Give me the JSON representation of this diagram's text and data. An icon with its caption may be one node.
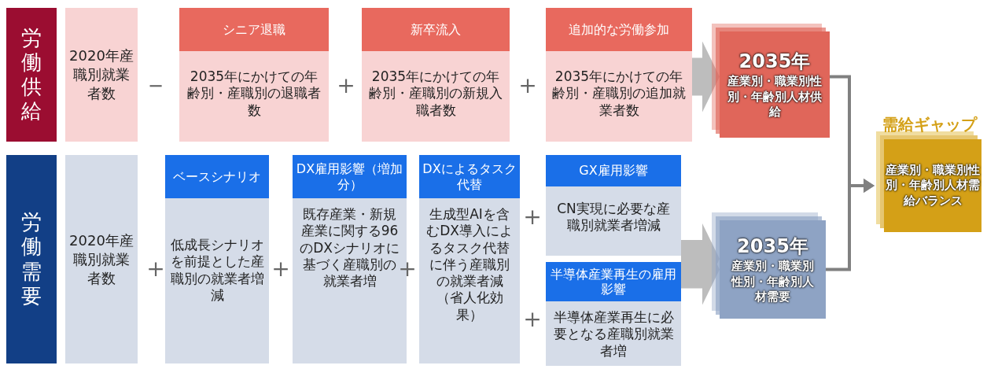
{
  "diagram": {
    "nodes": [
      {
        "text": [
          "労働供給"
        ]
      },
      {
        "text": [
          "2020年産職別就業者数"
        ]
      },
      {
        "text": [
          "シニア退職",
          "2035年にかけての年齢別・産職別の退職者数"
        ]
      },
      {
        "text": [
          "新卒流入",
          "2035年にかけての年齢別・産職別の新規入職者数"
        ]
      },
      {
        "text": [
          "追加的な労働参加",
          "2035年にかけての年齢別・産職別の追加就業者数"
        ]
      },
      {
        "text": [
          "2035年",
          "産業別・職業別性別・年齢別人材供給"
        ]
      },
      {
        "text": [
          "労働需要"
        ]
      },
      {
        "text": [
          "2020年産職別就業者数"
        ]
      },
      {
        "text": [
          "ベースシナリオ",
          "低成長シナリオを前提とした産職別の就業者増減"
        ]
      },
      {
        "text": [
          "DX雇用影響（増加分）",
          "既存産業・新規産業に関する96のDXシナリオに基づく産職別の就業者増"
        ]
      },
      {
        "text": [
          "DXによるタスク代替",
          "生成型AIを含むDX導入によるタスク代替に伴う産職別の就業者減（省人化効果）"
        ]
      },
      {
        "text": [
          "GX雇用影響",
          "CN実現に必要な産職別就業者増減"
        ]
      },
      {
        "text": [
          "半導体産業再生の雇用影響",
          "半導体産業再生に必要となる産職別就業者増"
        ]
      },
      {
        "text": [
          "2035年",
          "産業別・職業別性別・年齢別人材需要"
        ]
      },
      {
        "text": [
          "需給ギャップ",
          "産業別・職業別性別・年齢別人材需給バランス"
        ]
      }
    ],
    "edges": [
      {
        "from": 4,
        "to": 5,
        "arrow": "to"
      },
      {
        "from": 11,
        "to": 13,
        "arrow": "to"
      },
      {
        "from": 12,
        "to": 13,
        "arrow": "to"
      },
      {
        "from": 5,
        "to": 14,
        "arrow": "to"
      },
      {
        "from": 13,
        "to": 14,
        "arrow": "to"
      }
    ],
    "labels": [
      "－",
      "＋",
      "＋",
      "＋",
      "＋",
      "＋",
      "＋",
      "＋"
    ]
  }
}
